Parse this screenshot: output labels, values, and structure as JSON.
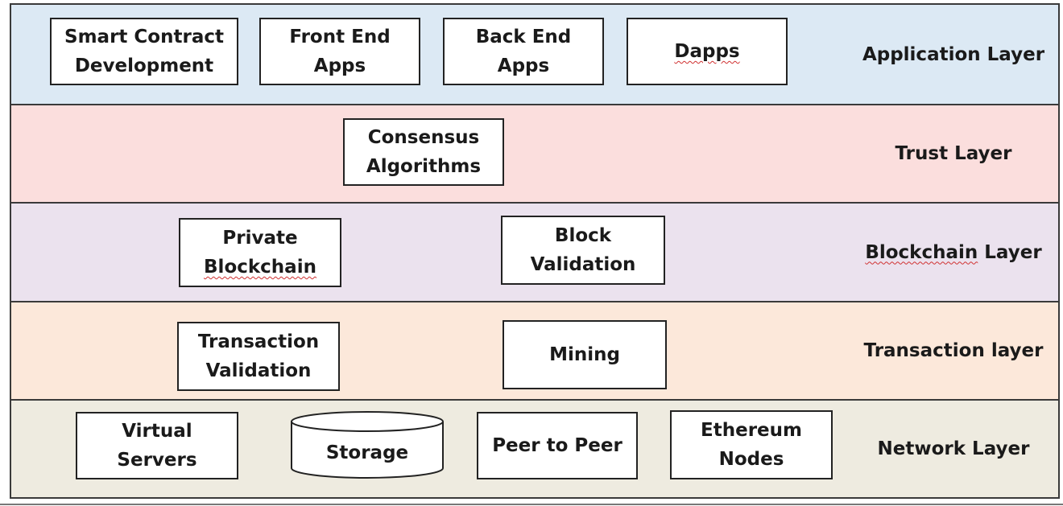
{
  "colors": {
    "application": "#dce9f4",
    "trust": "#fbdedd",
    "blockchain": "#ebe2ee",
    "transaction": "#fce8da",
    "network": "#eeebe0"
  },
  "layers": {
    "application": {
      "label": "Application Layer",
      "boxes": [
        "Smart Contract\nDevelopment",
        "Front End\nApps",
        "Back End\nApps"
      ],
      "dapps": "Dapps"
    },
    "trust": {
      "label": "Trust Layer",
      "boxes": [
        "Consensus\nAlgorithms"
      ]
    },
    "blockchain": {
      "label_word": "Blockchain",
      "label_rest": " Layer",
      "private_top": "Private",
      "private_bottom": "Blockchain",
      "boxes": [
        "Block\nValidation"
      ]
    },
    "transaction": {
      "label": "Transaction layer",
      "boxes": [
        "Transaction\nValidation",
        "Mining"
      ]
    },
    "network": {
      "label": "Network Layer",
      "boxes": [
        "Virtual\nServers",
        "Peer to Peer",
        "Ethereum\nNodes"
      ],
      "storage": "Storage",
      "storage_icon": "cylinder-database"
    }
  }
}
